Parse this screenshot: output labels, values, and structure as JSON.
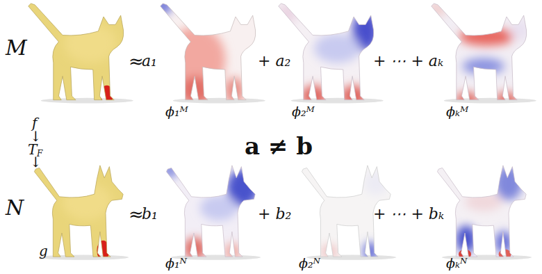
{
  "diagram": {
    "labels": [
      "M",
      "≈",
      "a₁",
      "+ a₂",
      "+ ⋯ + aₖ",
      "ϕ₁ᴹ",
      "ϕ₂ᴹ",
      "ϕₖᴹ",
      "f",
      "↓",
      "T",
      "F",
      "↓",
      "a ≠ b",
      "N",
      "≈",
      "b₁",
      "+ b₂",
      "+ ⋯ + bₖ",
      "g",
      "ϕ₁ᴺ",
      "ϕ₂ᴺ",
      "ϕₖᴺ"
    ]
  }
}
